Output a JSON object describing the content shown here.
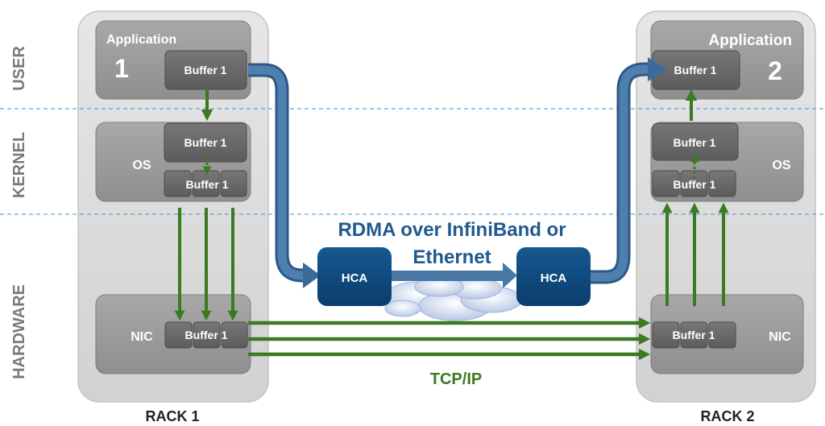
{
  "layers": {
    "user": "USER",
    "kernel": "KERNEL",
    "hardware": "HARDWARE"
  },
  "rack1": {
    "label": "RACK 1",
    "app_label": "Application",
    "app_number": "1",
    "app_buffer": "Buffer 1",
    "os_label": "OS",
    "os_buffer_top": "Buffer 1",
    "os_buffer_bottom": "Buffer 1",
    "nic_label": "NIC",
    "nic_buffer": "Buffer 1"
  },
  "rack2": {
    "label": "RACK 2",
    "app_label": "Application",
    "app_number": "2",
    "app_buffer": "Buffer 1",
    "os_label": "OS",
    "os_buffer_top": "Buffer 1",
    "os_buffer_bottom": "Buffer 1",
    "nic_label": "NIC",
    "nic_buffer": "Buffer 1"
  },
  "hca": {
    "left": "HCA",
    "right": "HCA"
  },
  "rdma": {
    "line1": "RDMA over InfiniBand or",
    "line2": "Ethernet"
  },
  "tcp": {
    "label": "TCP/IP"
  },
  "colors": {
    "rdma_text": "#1f5a8e",
    "hca_fill": "#0e4a82",
    "tcp_green": "#3a7a22",
    "box_gray": "#9a9a9a",
    "buffer_gray": "#6b6b6b",
    "rack_fill": "#d9d9d9"
  }
}
